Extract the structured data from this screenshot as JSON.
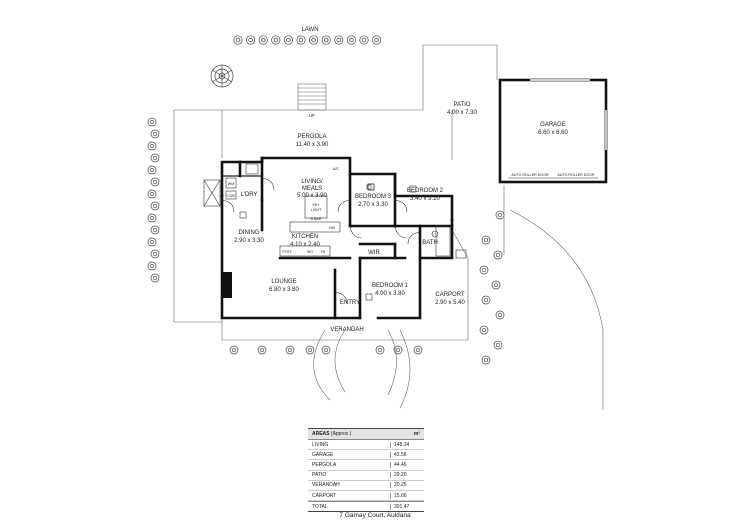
{
  "rooms": {
    "lawn": "LAWN",
    "up": "UP",
    "pergola": {
      "name": "PERGOLA",
      "dims": "11.40 x 3.90"
    },
    "patio": {
      "name": "PATIO",
      "dims": "4.00 x 7.30"
    },
    "garage": {
      "name": "GARAGE",
      "dims": "6.60 x 6.60"
    },
    "living": {
      "name1": "LIVING/",
      "name2": "MEALS",
      "dims": "5.00 x 3.90"
    },
    "bedroom3": {
      "name": "BEDROOM 3",
      "dims": "2.70 x 3.30"
    },
    "bedroom2": {
      "name": "BEDROOM 2",
      "dims": "3.40 x 3.10"
    },
    "ldry": "L'DRY",
    "dining": {
      "name": "DINING",
      "dims": "2.90 x 3.30"
    },
    "kitchen": {
      "name": "KITCHEN",
      "dims": "4.10 x 2.40"
    },
    "bath": "BATH",
    "wir": "WIR",
    "lounge": {
      "name": "LOUNGE",
      "dims": "6.80 x 3.80"
    },
    "bedroom1": {
      "name": "BEDROOM 1",
      "dims": "4.00 x 3.80"
    },
    "carport": {
      "name": "CARPORT",
      "dims": "2.90 x 5.40"
    },
    "entry": "ENTRY",
    "verandah": "VERANDAH"
  },
  "fixtures": {
    "ac": "A/C",
    "wm": "WM",
    "cub": "CUB",
    "sky1": "SKY",
    "sky2": "LIGHT",
    "bbar": "B BAR",
    "dw": "DW",
    "ptry": "PTRY",
    "wo": "WO",
    "fr": "FR",
    "roller_door_1": "AUTO ROLLER DOOR",
    "roller_door_2": "AUTO ROLLER DOOR"
  },
  "areas": {
    "title": "AREAS",
    "subtitle": "(Approx.)",
    "unit": "m²",
    "rows": [
      {
        "label": "LIVING",
        "value": "148.34"
      },
      {
        "label": "GARAGE",
        "value": "43.56"
      },
      {
        "label": "PERGOLA",
        "value": "44.46"
      },
      {
        "label": "PATIO",
        "value": "29.20"
      },
      {
        "label": "VERANDAH",
        "value": "20.25"
      },
      {
        "label": "CARPORT",
        "value": "15.66"
      }
    ],
    "total": {
      "label": "TOTAL",
      "value": "301.47"
    }
  },
  "address": "7 Gamay Court, Auldana"
}
